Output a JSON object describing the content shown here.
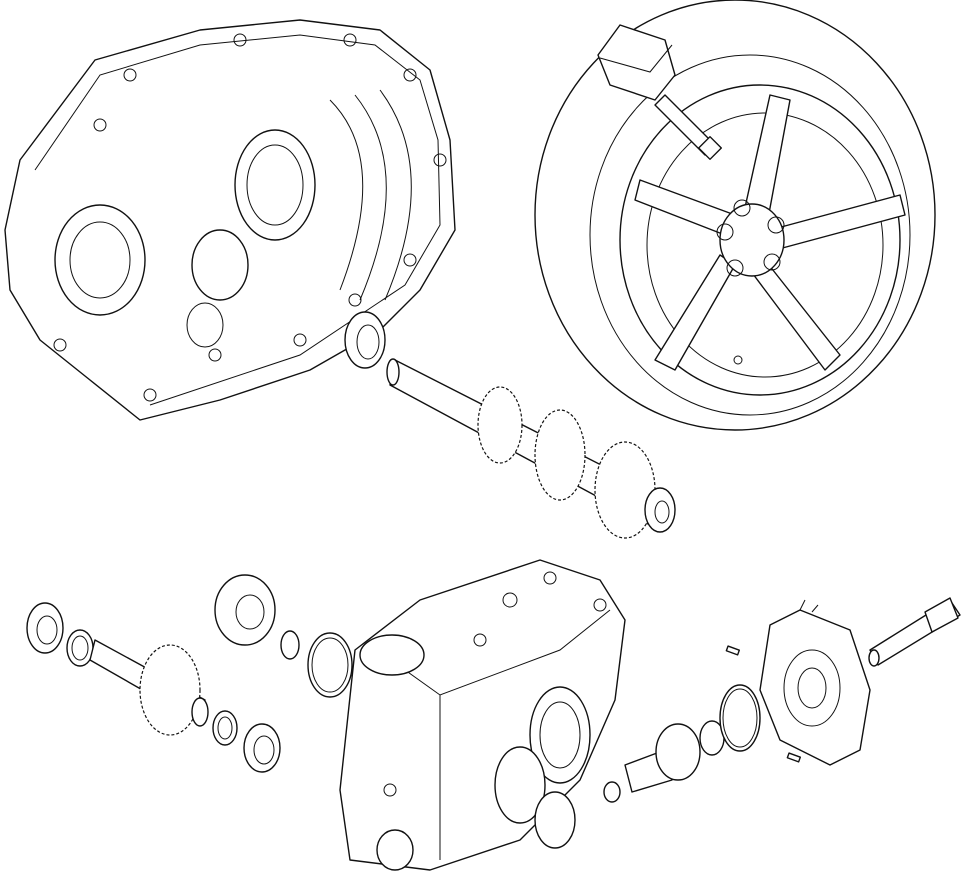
{
  "colors": {
    "line": "#111111",
    "background": "#ffffff"
  },
  "parts": [
    {
      "id": "gearbox-housing-upper",
      "icon": "transmission-housing"
    },
    {
      "id": "wheel-with-tire",
      "icon": "alloy-wheel"
    },
    {
      "id": "tpms-sensor",
      "icon": "tire-pressure-sensor"
    },
    {
      "id": "input-shaft",
      "icon": "gear-shaft"
    },
    {
      "id": "gearbox-housing-lower",
      "icon": "transmission-housing"
    },
    {
      "id": "output-shaft",
      "icon": "gear-shaft"
    },
    {
      "id": "end-cover",
      "icon": "cover-plate"
    },
    {
      "id": "drive-shaft-stub",
      "icon": "shaft"
    }
  ]
}
